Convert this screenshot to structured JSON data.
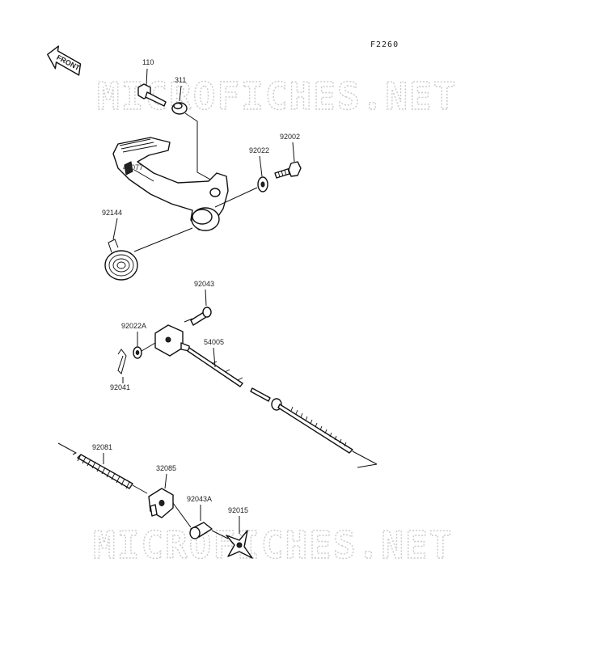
{
  "diagram_code": "F2260",
  "front_label": "FRONT",
  "watermark_text": "MICROFICHES.NET",
  "part_numbers": {
    "p110": "110",
    "p311": "311",
    "p92002": "92002",
    "p92022": "92022",
    "p43077": "43077",
    "p92144": "92144",
    "p92043": "92043",
    "p92022A": "92022A",
    "p54005": "54005",
    "p92041": "92041",
    "p92081": "92081",
    "p32085": "32085",
    "p92043A": "92043A",
    "p92015": "92015"
  }
}
